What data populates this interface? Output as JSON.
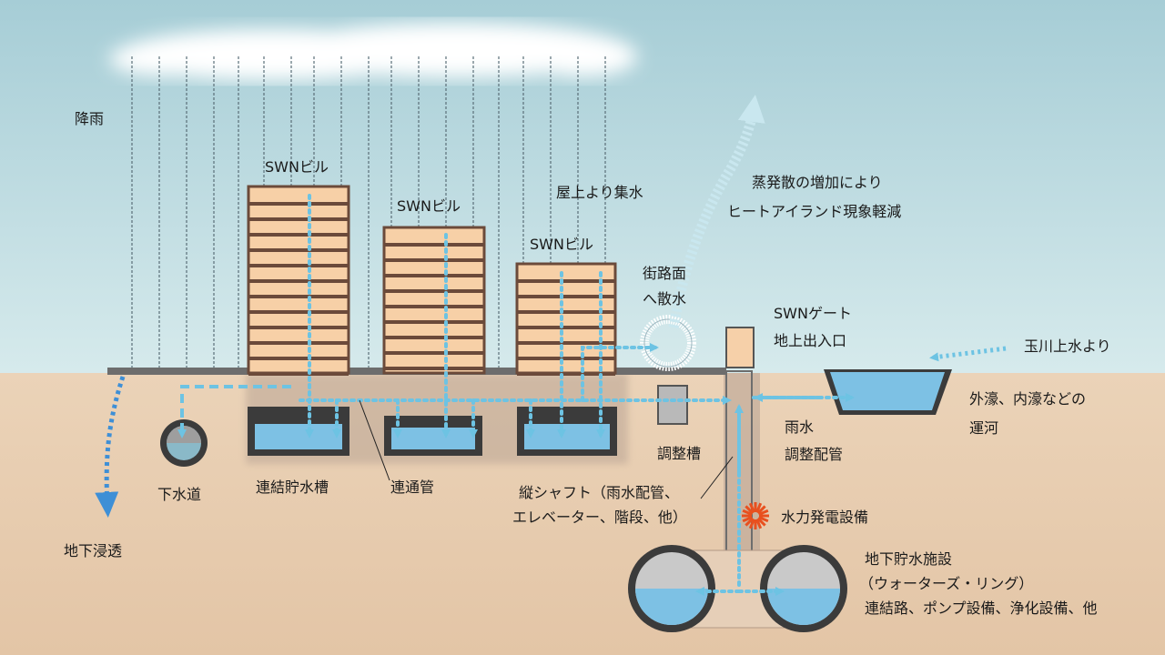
{
  "labels": {
    "rainfall": "降雨",
    "building_1": "SWNビル",
    "building_2": "SWNビル",
    "building_3": "SWNビル",
    "roof_collection": "屋上より集水",
    "street_spray_line1": "街路面",
    "street_spray_line2": "へ散水",
    "evaporation_line1": "蒸発散の増加により",
    "evaporation_line2": "ヒートアイランド現象軽減",
    "gate_line1": "SWNゲート",
    "gate_line2": "地上出入口",
    "tamagawa": "玉川上水より",
    "moat_line1": "外濠、内濠などの",
    "moat_line2": "運河",
    "regulating_tank": "調整槽",
    "rain_pipe_line1": "雨水",
    "rain_pipe_line2": "調整配管",
    "sewer": "下水道",
    "linked_tank": "連結貯水槽",
    "connecting_pipe": "連通管",
    "shaft_line1": "縦シャフト（雨水配管、",
    "shaft_line2": "エレベーター、階段、他）",
    "hydropower": "水力発電設備",
    "underground_infiltration": "地下浸透",
    "facility_line1": "地下貯水施設",
    "facility_line2": "（ウォーターズ・リング）",
    "facility_line3": "連結路、ポンプ設備、浄化設備、他"
  },
  "colors": {
    "sky_top": "#a9cfd7",
    "sky_bottom": "#d3e8ea",
    "ground": "#e8cfb4",
    "building_fill": "#f7d0a7",
    "floor_line": "#6b4a3a",
    "water": "#7dc1e4",
    "flow_dots": "#6dc3e3",
    "underground_shadow": "#b59f90",
    "pipe_gray": "#6d6d6d"
  },
  "icons": {
    "flow_arrow": "dotted-arrow",
    "hydro_turbine": "orange-starburst-icon"
  }
}
